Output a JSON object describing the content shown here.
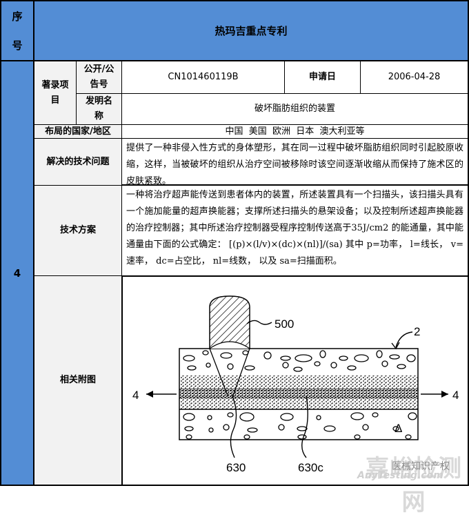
{
  "header": {
    "index_label": [
      "序",
      "号"
    ],
    "title": "热玛吉重点专利"
  },
  "record": {
    "index": "4",
    "bibliographic": {
      "group_label": "著录项目",
      "publication_label": "公开/公告号",
      "publication_number": "CN101460119B",
      "filing_date_label": "申请日",
      "filing_date": "2006-04-28",
      "invention_name_label": "发明名称",
      "invention_name": "破坏脂肪组织的装置"
    },
    "countries": {
      "label": "布局的国家/地区",
      "value": "中国  美国  欧洲  日本  澳大利亚等"
    },
    "problem": {
      "label": "解决的技术问题",
      "text": "提供了一种非侵入性方式的身体塑形，其在同一过程中破坏脂肪组织同时引起胶原收缩，这样，当被破坏的组织从治疗空间被移除时该空间逐渐收缩从而保持了施术区的皮肤紧致。"
    },
    "solution": {
      "label": "技术方案",
      "text": "一种将治疗超声能传送到患者体内的装置，所述装置具有一个扫描头，该扫描头具有一个施加能量的超声换能器；支撑所述扫描头的悬架设备；以及控制所述超声换能器的治疗控制器；其中所述治疗控制器受程序控制传送高于35J/cm2 的能通量，其中能通量由下面的公式确定： [(p)×(l/v)×(dc)×(nl)]/(sa) 其中 p=功率， l=线长， v=速率， dc=占空比， nl=线数， 以及 sa=扫描面积。"
    },
    "figure": {
      "label": "相关附图",
      "labels": {
        "transducer": "500",
        "tissue": "2",
        "section_left": "4",
        "section_right": "4",
        "focal": "630",
        "focal_c": "630c",
        "delta": "Δ"
      },
      "watermark": {
        "brand": "嘉峪检测网",
        "account": "医械知识产权",
        "site": "AnyTesting.com"
      }
    }
  }
}
